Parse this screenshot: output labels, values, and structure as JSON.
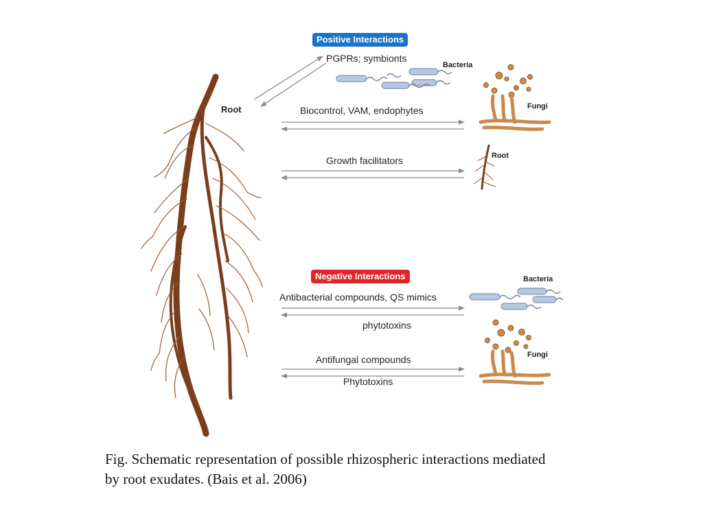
{
  "colors": {
    "positive_badge": "#1a73c8",
    "negative_badge": "#e0262b",
    "root_brown": "#7a3e1c",
    "fungi_tan": "#c98a4b",
    "bacteria_blue": "#b8c8e4",
    "arrow_gray": "#8a8a8a"
  },
  "root_label": "Root",
  "positive": {
    "badge": "Positive Interactions",
    "pgpr_label": "PGPRs; symbionts",
    "bacteria_label": "Bacteria",
    "biocontrol_label": "Biocontrol, VAM, endophytes",
    "fungi_label": "Fungi",
    "growth_label": "Growth facilitators",
    "root_label": "Root"
  },
  "negative": {
    "badge": "Negative Interactions",
    "bacteria_label": "Bacteria",
    "antibacterial_label": "Antibacterial compounds, QS mimics",
    "phytotoxins_lower": "phytotoxins",
    "fungi_label": "Fungi",
    "antifungal_label": "Antifungal compounds",
    "phytotoxins_upper": "Phytotoxins"
  },
  "caption": {
    "line1": "Fig. Schematic representation of possible rhizospheric interactions mediated",
    "line2": "by root exudates. (Bais et al. 2006)"
  }
}
